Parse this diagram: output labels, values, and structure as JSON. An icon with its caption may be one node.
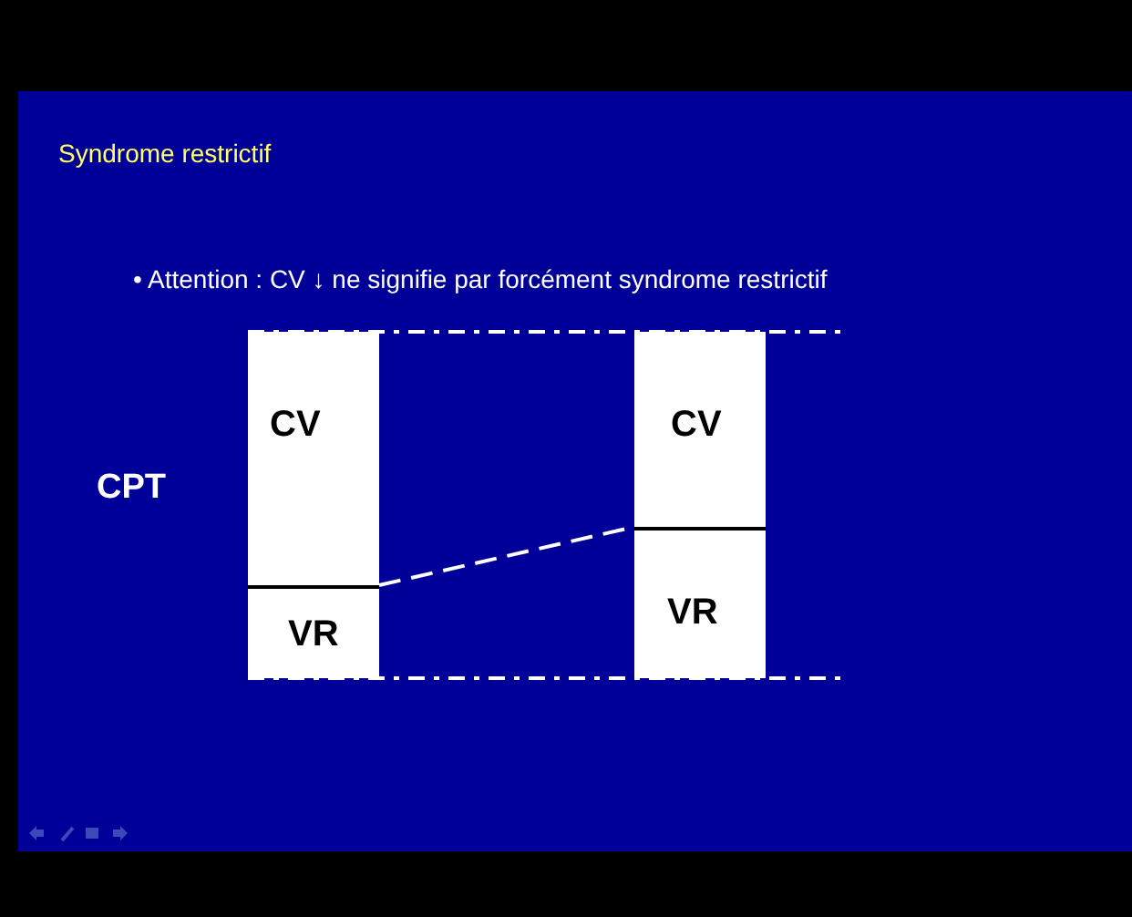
{
  "diagram": {
    "title": "Syndrome restrictif",
    "nodes": [
      {
        "text": [],
        "shape": "bar"
      },
      {
        "text": [
          "CV"
        ],
        "in": 0
      },
      {
        "text": [
          "VR"
        ],
        "in": 0
      },
      {
        "text": [],
        "shape": "bar"
      },
      {
        "text": [
          "CV"
        ],
        "in": 3
      },
      {
        "text": [
          "VR"
        ],
        "in": 3
      }
    ],
    "edges": [
      {
        "from": 2,
        "to": 5,
        "arrow": "none",
        "style": "dashed"
      }
    ],
    "labels": [
      "• Attention : CV ↓ ne signifie par forcément syndrome restrictif",
      "CPT"
    ]
  }
}
